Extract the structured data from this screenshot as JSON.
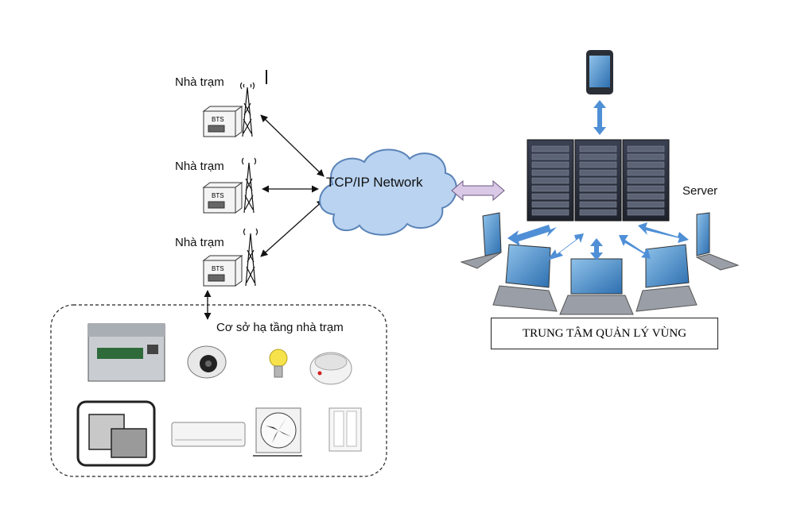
{
  "stations": [
    {
      "label": "Nhà trạm",
      "equipment_label": "BTS"
    },
    {
      "label": "Nhà trạm",
      "equipment_label": "BTS"
    },
    {
      "label": "Nhà trạm",
      "equipment_label": "BTS"
    }
  ],
  "network_label": "TCP/IP Network",
  "server_label": "Server",
  "infrastructure_label": "Cơ sở hạ tầng nhà trạm",
  "center_label": "TRUNG TÂM QUẢN LÝ VÙNG",
  "icons": [
    "tower-icon",
    "bts-cabinet-icon",
    "cloud-icon",
    "server-rack-icon",
    "smartphone-icon",
    "laptop-icon",
    "controller-icon",
    "camera-icon",
    "bulb-icon",
    "smoke-detector-icon",
    "generator-icon",
    "air-conditioner-icon",
    "ventilation-fan-icon",
    "door-sensor-icon"
  ],
  "colors": {
    "cloud_fill": "#b9d3f0",
    "cloud_stroke": "#5a83b8",
    "server_dark": "#2c3240",
    "laptop_arrow": "#4f8fd6",
    "phone_arrow": "#4f8fd6",
    "link_arrow": "#c9b6da"
  }
}
